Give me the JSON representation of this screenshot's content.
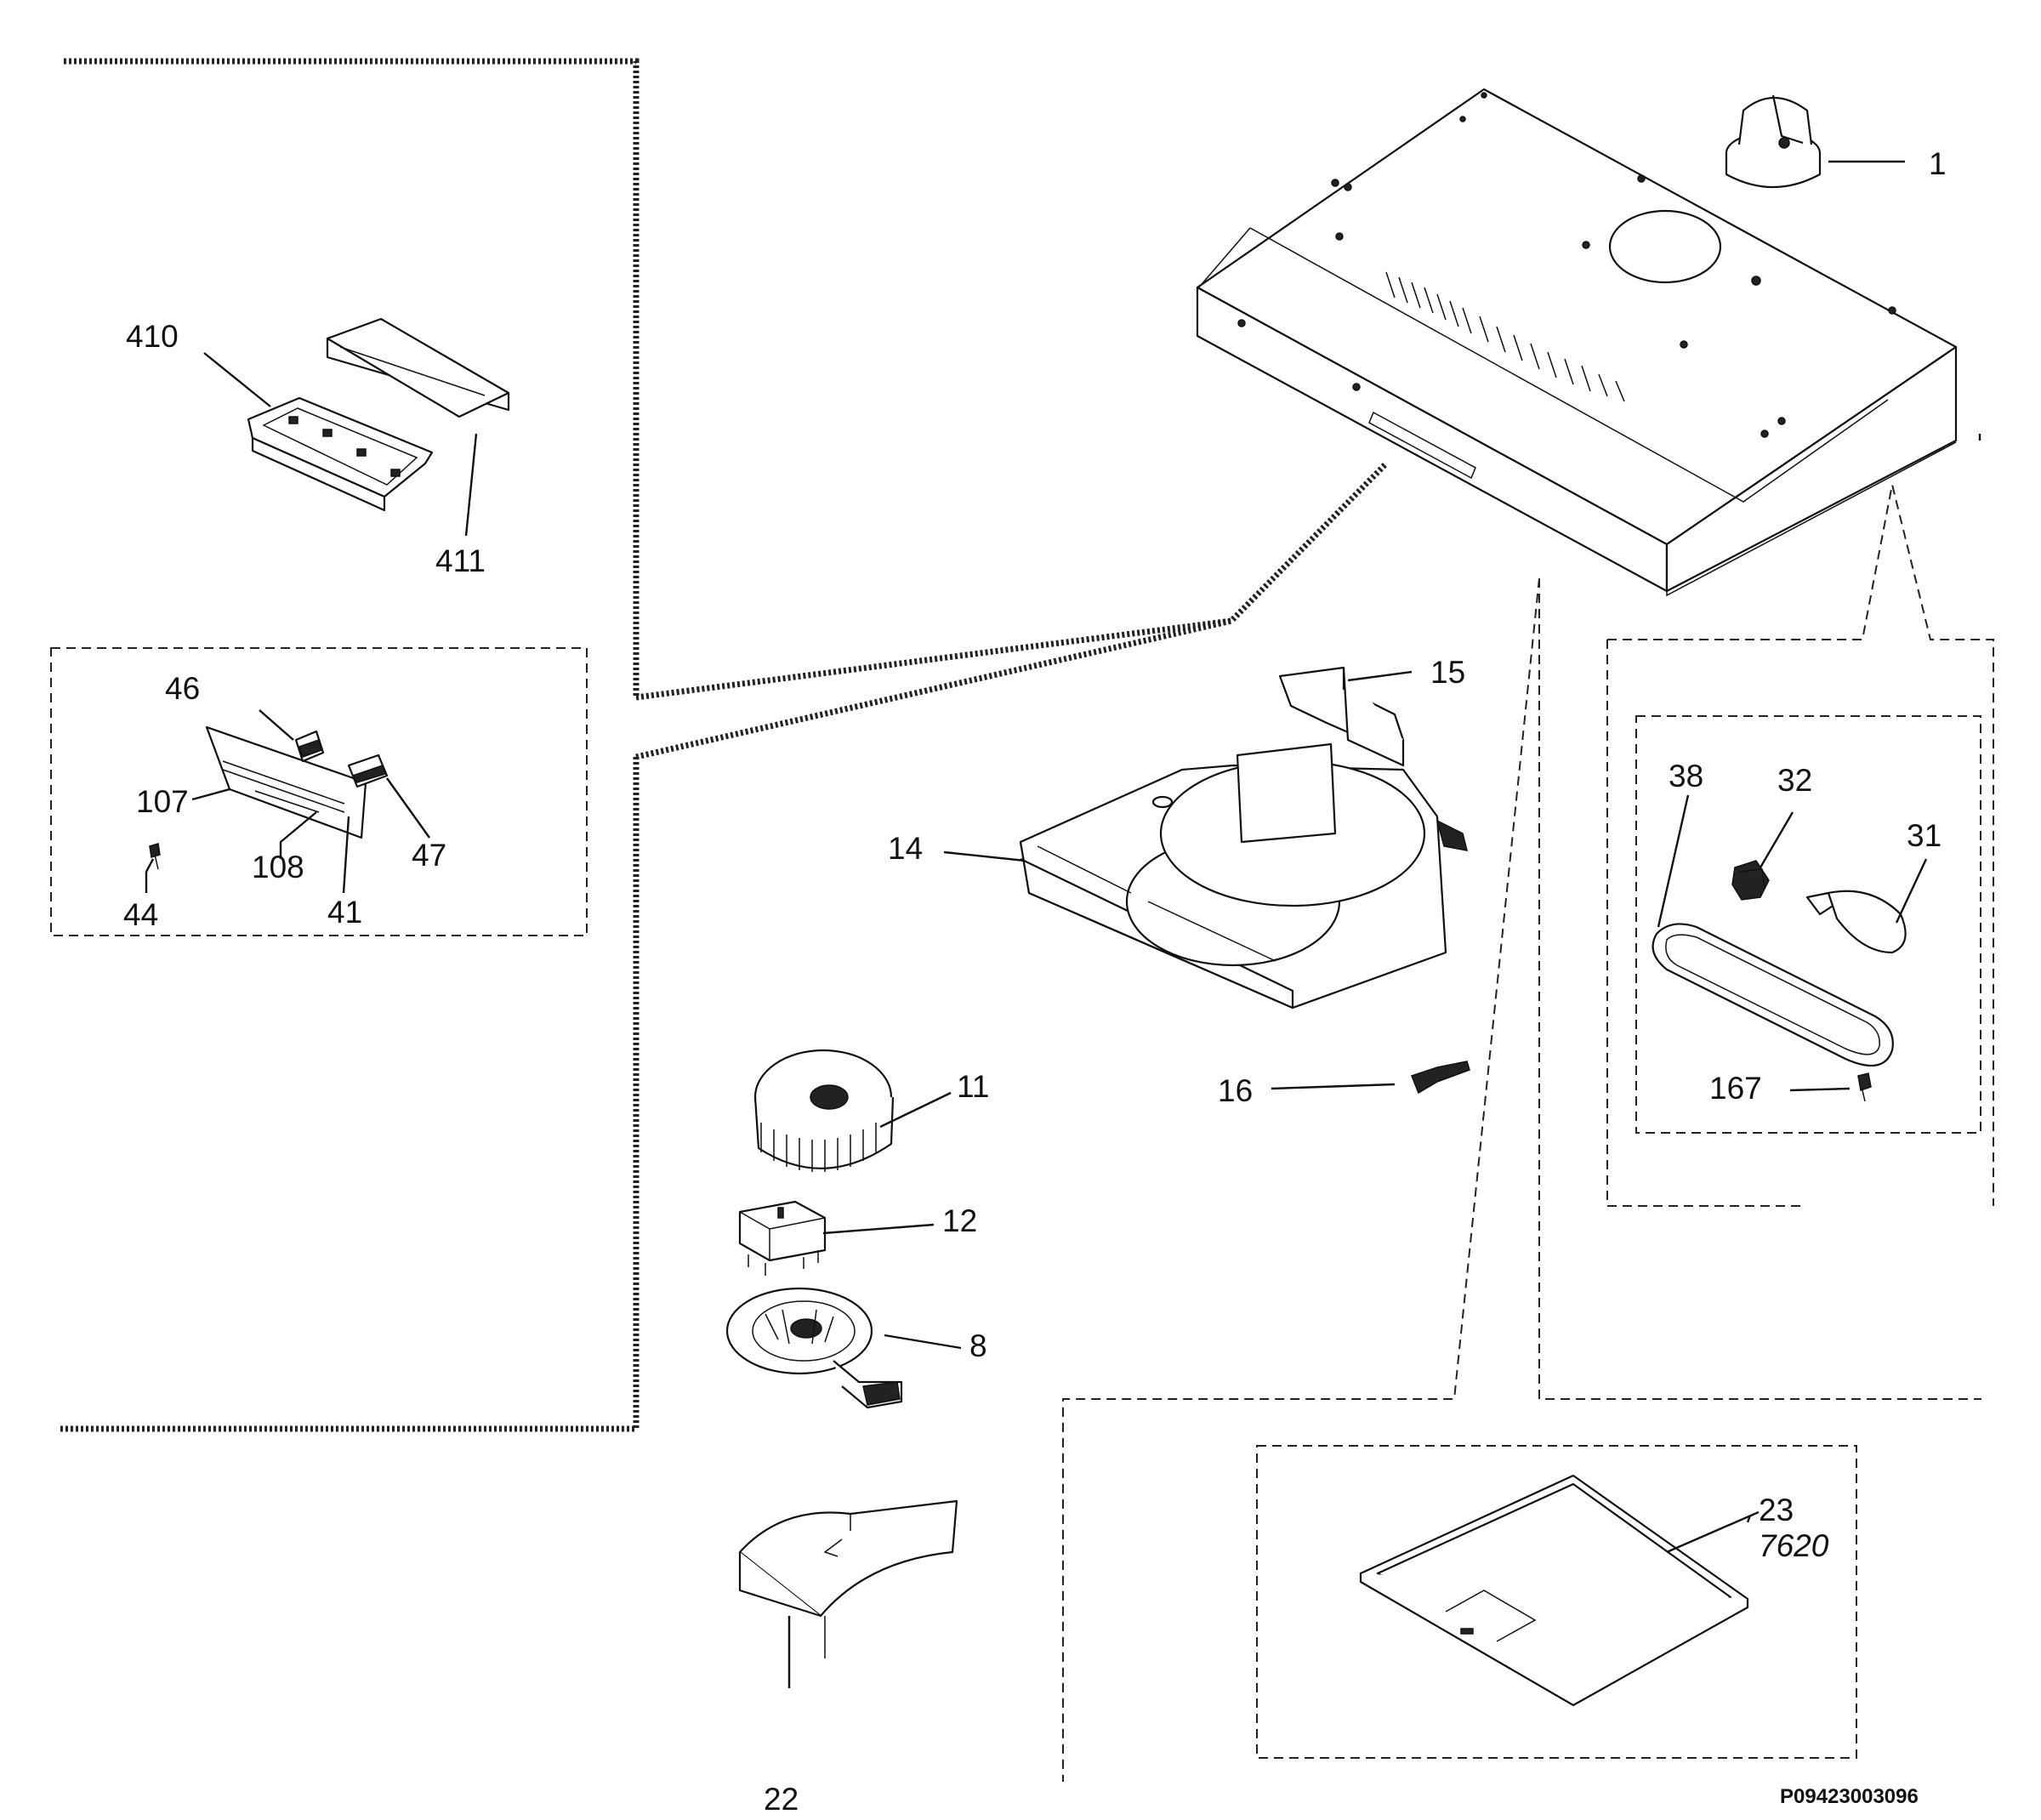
{
  "parts": {
    "p1": "1",
    "p410": "410",
    "p411": "411",
    "p46": "46",
    "p107": "107",
    "p108": "108",
    "p47": "47",
    "p41": "41",
    "p44": "44",
    "p15": "15",
    "p14": "14",
    "p16": "16",
    "p11": "11",
    "p12": "12",
    "p8": "8",
    "p22": "22",
    "p38": "38",
    "p32": "32",
    "p31": "31",
    "p167": "167",
    "p23": "23",
    "p7620": "7620"
  },
  "drawing_code": "P09423003096"
}
